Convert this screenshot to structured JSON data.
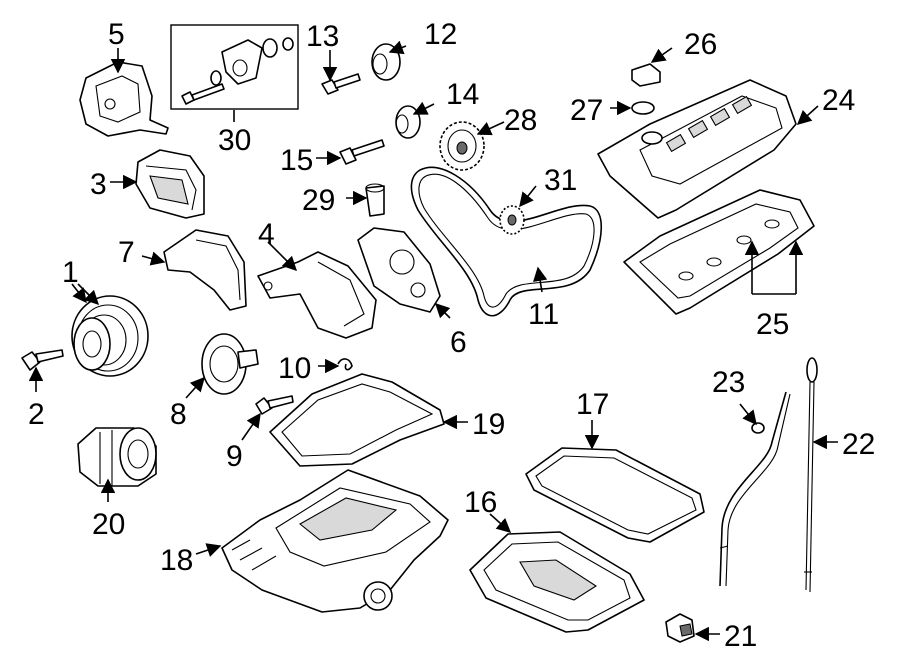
{
  "callouts": [
    {
      "id": "c1",
      "text": "1"
    },
    {
      "id": "c2",
      "text": "2"
    },
    {
      "id": "c3",
      "text": "3"
    },
    {
      "id": "c4",
      "text": "4"
    },
    {
      "id": "c5",
      "text": "5"
    },
    {
      "id": "c6",
      "text": "6"
    },
    {
      "id": "c7",
      "text": "7"
    },
    {
      "id": "c8",
      "text": "8"
    },
    {
      "id": "c9",
      "text": "9"
    },
    {
      "id": "c10",
      "text": "10"
    },
    {
      "id": "c11",
      "text": "11"
    },
    {
      "id": "c12",
      "text": "12"
    },
    {
      "id": "c13",
      "text": "13"
    },
    {
      "id": "c14",
      "text": "14"
    },
    {
      "id": "c15",
      "text": "15"
    },
    {
      "id": "c16",
      "text": "16"
    },
    {
      "id": "c17",
      "text": "17"
    },
    {
      "id": "c18",
      "text": "18"
    },
    {
      "id": "c19",
      "text": "19"
    },
    {
      "id": "c20",
      "text": "20"
    },
    {
      "id": "c21",
      "text": "21"
    },
    {
      "id": "c22",
      "text": "22"
    },
    {
      "id": "c23",
      "text": "23"
    },
    {
      "id": "c24",
      "text": "24"
    },
    {
      "id": "c25",
      "text": "25"
    },
    {
      "id": "c26",
      "text": "26"
    },
    {
      "id": "c27",
      "text": "27"
    },
    {
      "id": "c28",
      "text": "28"
    },
    {
      "id": "c29",
      "text": "29"
    },
    {
      "id": "c30",
      "text": "30"
    },
    {
      "id": "c31",
      "text": "31"
    }
  ]
}
